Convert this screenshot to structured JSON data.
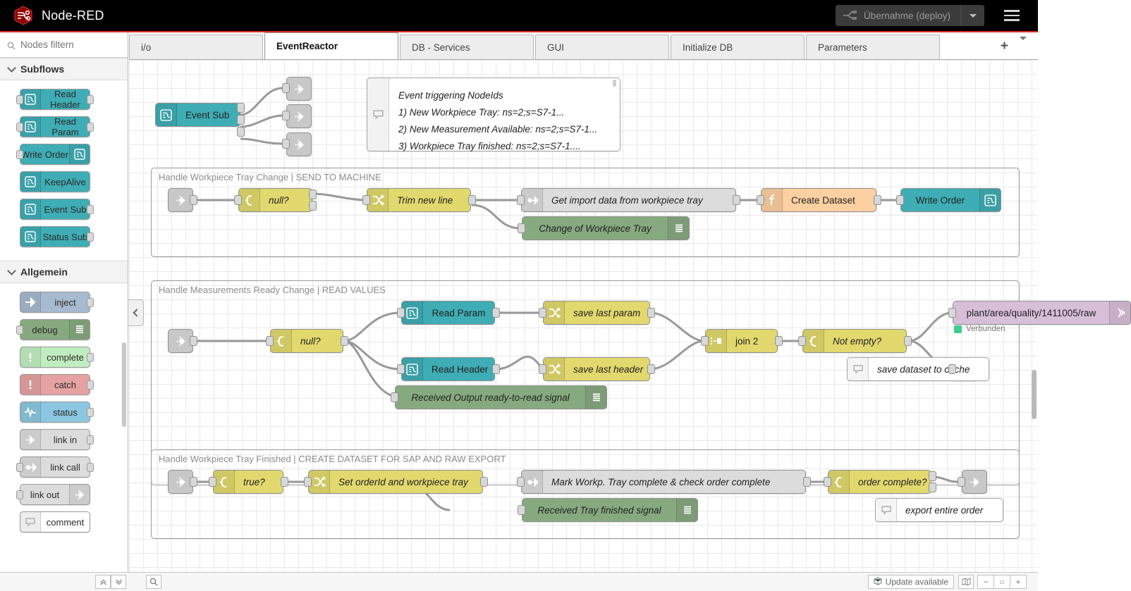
{
  "header": {
    "app_title": "Node-RED",
    "logo_icon": "node-red-hexagon-icon",
    "deploy_label": "Übernahme (deploy)",
    "deploy_icon": "deploy-icon",
    "deploy_caret_icon": "chevron-down-icon",
    "menu_icon": "hamburger-menu-icon",
    "accent_color": "#e32d1c",
    "deploy_bg": "#3b3b3b"
  },
  "palette": {
    "search_placeholder": "Nodes filtern",
    "search_value": "",
    "search_icon": "search-icon",
    "categories": [
      {
        "label": "Subflows",
        "collapse_icon": "chevron-down-icon",
        "nodes": [
          {
            "label": "Read Header",
            "icon": "subflow-icon",
            "color": "#3fadb5",
            "icon_side": "left",
            "has_input": true,
            "has_output": true
          },
          {
            "label": "Read Param",
            "icon": "subflow-icon",
            "color": "#3fadb5",
            "icon_side": "left",
            "has_input": true,
            "has_output": true
          },
          {
            "label": "Write Order",
            "icon": "subflow-icon",
            "color": "#3fadb5",
            "icon_side": "right",
            "has_input": true,
            "has_output": false
          },
          {
            "label": "KeepAlive",
            "icon": "subflow-icon",
            "color": "#3fadb5",
            "icon_side": "left",
            "has_input": false,
            "has_output": false
          },
          {
            "label": "Event Sub",
            "icon": "subflow-icon",
            "color": "#3fadb5",
            "icon_side": "left",
            "has_input": false,
            "has_output": true
          },
          {
            "label": "Status Sub",
            "icon": "subflow-icon",
            "color": "#3fadb5",
            "icon_side": "left",
            "has_input": false,
            "has_output": true
          }
        ]
      },
      {
        "label": "Allgemein",
        "collapse_icon": "chevron-down-icon",
        "nodes": [
          {
            "label": "inject",
            "icon": "inject-arrow-icon",
            "color": "#a6bbcf",
            "icon_side": "left",
            "has_input": false,
            "has_output": true
          },
          {
            "label": "debug",
            "icon": "debug-lines-icon",
            "color": "#87a980",
            "icon_side": "right",
            "has_input": true,
            "has_output": false
          },
          {
            "label": "complete",
            "icon": "exclamation-icon",
            "color": "#c0edc0",
            "icon_side": "left",
            "has_input": false,
            "has_output": true
          },
          {
            "label": "catch",
            "icon": "exclamation-icon",
            "color": "#e6a2a2",
            "icon_side": "left",
            "has_input": false,
            "has_output": true
          },
          {
            "label": "status",
            "icon": "pulse-wave-icon",
            "color": "#8bc7e0",
            "icon_side": "left",
            "has_input": false,
            "has_output": true
          },
          {
            "label": "link in",
            "icon": "link-in-icon",
            "color": "#dcdcdc",
            "icon_side": "left",
            "has_input": false,
            "has_output": true
          },
          {
            "label": "link call",
            "icon": "link-call-icon",
            "color": "#dcdcdc",
            "icon_side": "left",
            "has_input": true,
            "has_output": true
          },
          {
            "label": "link out",
            "icon": "link-out-icon",
            "color": "#dcdcdc",
            "icon_side": "right",
            "has_input": true,
            "has_output": false
          },
          {
            "label": "comment",
            "icon": "comment-bubble-icon",
            "color": "#ffffff",
            "icon_side": "left",
            "has_input": false,
            "has_output": false
          }
        ]
      }
    ]
  },
  "tabs": {
    "items": [
      {
        "label": "i/o",
        "active": false
      },
      {
        "label": "EventReactor",
        "active": true
      },
      {
        "label": "DB - Services",
        "active": false
      },
      {
        "label": "GUI",
        "active": false
      },
      {
        "label": "Initialize DB",
        "active": false
      },
      {
        "label": "Parameters",
        "active": false
      }
    ],
    "add_label": "+",
    "add_icon": "plus-icon",
    "menu_icon": "chevron-down-icon"
  },
  "canvas": {
    "collapse_icon": "chevron-left-icon",
    "top_nodes": [
      {
        "name": "event-sub",
        "label": "Event Sub",
        "type": "subflow",
        "color": "#3fadb5",
        "icon": "subflow-icon"
      },
      {
        "name": "link-out-1",
        "label": "",
        "type": "link-out",
        "color": "#d9d9d9",
        "icon": "link-out-icon"
      },
      {
        "name": "link-out-2",
        "label": "",
        "type": "link-out",
        "color": "#d9d9d9",
        "icon": "link-out-icon"
      },
      {
        "name": "link-out-3",
        "label": "",
        "type": "link-out",
        "color": "#d9d9d9",
        "icon": "link-out-icon"
      }
    ],
    "info_comment": {
      "icon": "comment-bubble-icon",
      "lines": [
        "Event triggering NodeIds",
        "1) New Workpiece Tray: ns=2;s=S7-1...",
        "2) New Measurement Available: ns=2;s=S7-1...",
        "3) Workpiece Tray finished: ns=2;s=S7-1...."
      ]
    },
    "groups": [
      {
        "name": "group-workpiece-tray-change",
        "label": "Handle Workpiece Tray Change | SEND TO MACHINE",
        "nodes": [
          {
            "label": "",
            "type": "link-in",
            "icon": "link-in-icon",
            "color": "#d9d9d9"
          },
          {
            "label": "null?",
            "type": "switch",
            "icon": "switch-icon",
            "color": "#e2d96e"
          },
          {
            "label": "Trim new line",
            "type": "change",
            "icon": "change-icon",
            "color": "#e2d96e"
          },
          {
            "label": "Get import data from workpiece tray",
            "type": "link-call",
            "icon": "link-call-icon",
            "color": "#d9d9d9"
          },
          {
            "label": "Create Dataset",
            "type": "function",
            "icon": "function-icon",
            "color": "#fdd0a2"
          },
          {
            "label": "Write Order",
            "type": "subflow",
            "icon": "subflow-icon",
            "color": "#3fadb5"
          },
          {
            "label": "Change of Workpiece Tray",
            "type": "debug",
            "icon": "debug-lines-icon",
            "color": "#87a980"
          }
        ]
      },
      {
        "name": "group-measurements-ready-change",
        "label": "Handle Measurements Ready Change | READ VALUES",
        "nodes": [
          {
            "label": "",
            "type": "link-in",
            "icon": "link-in-icon",
            "color": "#d9d9d9"
          },
          {
            "label": "null?",
            "type": "switch",
            "icon": "switch-icon",
            "color": "#e2d96e"
          },
          {
            "label": "Read Param",
            "type": "subflow",
            "icon": "subflow-icon",
            "color": "#3fadb5"
          },
          {
            "label": "Read Header",
            "type": "subflow",
            "icon": "subflow-icon",
            "color": "#3fadb5"
          },
          {
            "label": "save last param",
            "type": "change",
            "icon": "change-icon",
            "color": "#e2d96e"
          },
          {
            "label": "save last header",
            "type": "change",
            "icon": "change-icon",
            "color": "#e2d96e"
          },
          {
            "label": "join 2",
            "type": "join",
            "icon": "join-icon",
            "color": "#e2d96e"
          },
          {
            "label": "Not empty?",
            "type": "switch",
            "icon": "switch-icon",
            "color": "#e2d96e"
          },
          {
            "label": "plant/area/quality/1411005/raw",
            "type": "mqtt-out",
            "icon": "mqtt-icon",
            "color": "#d8bfd8",
            "status": "Verbunden",
            "status_color": "#3dcf8e"
          },
          {
            "label": "",
            "type": "link-out",
            "icon": "link-out-icon",
            "color": "#d9d9d9"
          },
          {
            "label": "save dataset to cache",
            "type": "comment",
            "icon": "comment-bubble-icon",
            "color": "#ffffff"
          },
          {
            "label": "Received Output ready-to-read signal",
            "type": "debug",
            "icon": "debug-lines-icon",
            "color": "#87a980"
          }
        ]
      },
      {
        "name": "group-workpiece-tray-finished",
        "label": "Handle Workpiece Tray Finished | CREATE DATASET FOR SAP AND RAW EXPORT",
        "nodes": [
          {
            "label": "",
            "type": "link-in",
            "icon": "link-in-icon",
            "color": "#d9d9d9"
          },
          {
            "label": "true?",
            "type": "switch",
            "icon": "switch-icon",
            "color": "#e2d96e"
          },
          {
            "label": "Set orderId and workpiece tray",
            "type": "change",
            "icon": "change-icon",
            "color": "#e2d96e"
          },
          {
            "label": "Mark Workp. Tray complete & check order complete",
            "type": "link-call",
            "icon": "link-call-icon",
            "color": "#d9d9d9"
          },
          {
            "label": "order complete?",
            "type": "switch",
            "icon": "switch-icon",
            "color": "#e2d96e"
          },
          {
            "label": "",
            "type": "link-out",
            "icon": "link-out-icon",
            "color": "#d9d9d9"
          },
          {
            "label": "Received Tray finished signal",
            "type": "debug",
            "icon": "debug-lines-icon",
            "color": "#87a980"
          },
          {
            "label": "export entire order",
            "type": "comment",
            "icon": "comment-bubble-icon",
            "color": "#ffffff"
          }
        ]
      }
    ]
  },
  "footer": {
    "collapse_up_icon": "chevrons-up-icon",
    "collapse_down_icon": "chevrons-down-icon",
    "search_icon": "search-icon",
    "update_label": "Update available",
    "update_icon": "cube-icon",
    "navigator_icon": "map-icon",
    "zoom_out_label": "−",
    "zoom_reset_label": "○",
    "zoom_in_label": "+"
  }
}
